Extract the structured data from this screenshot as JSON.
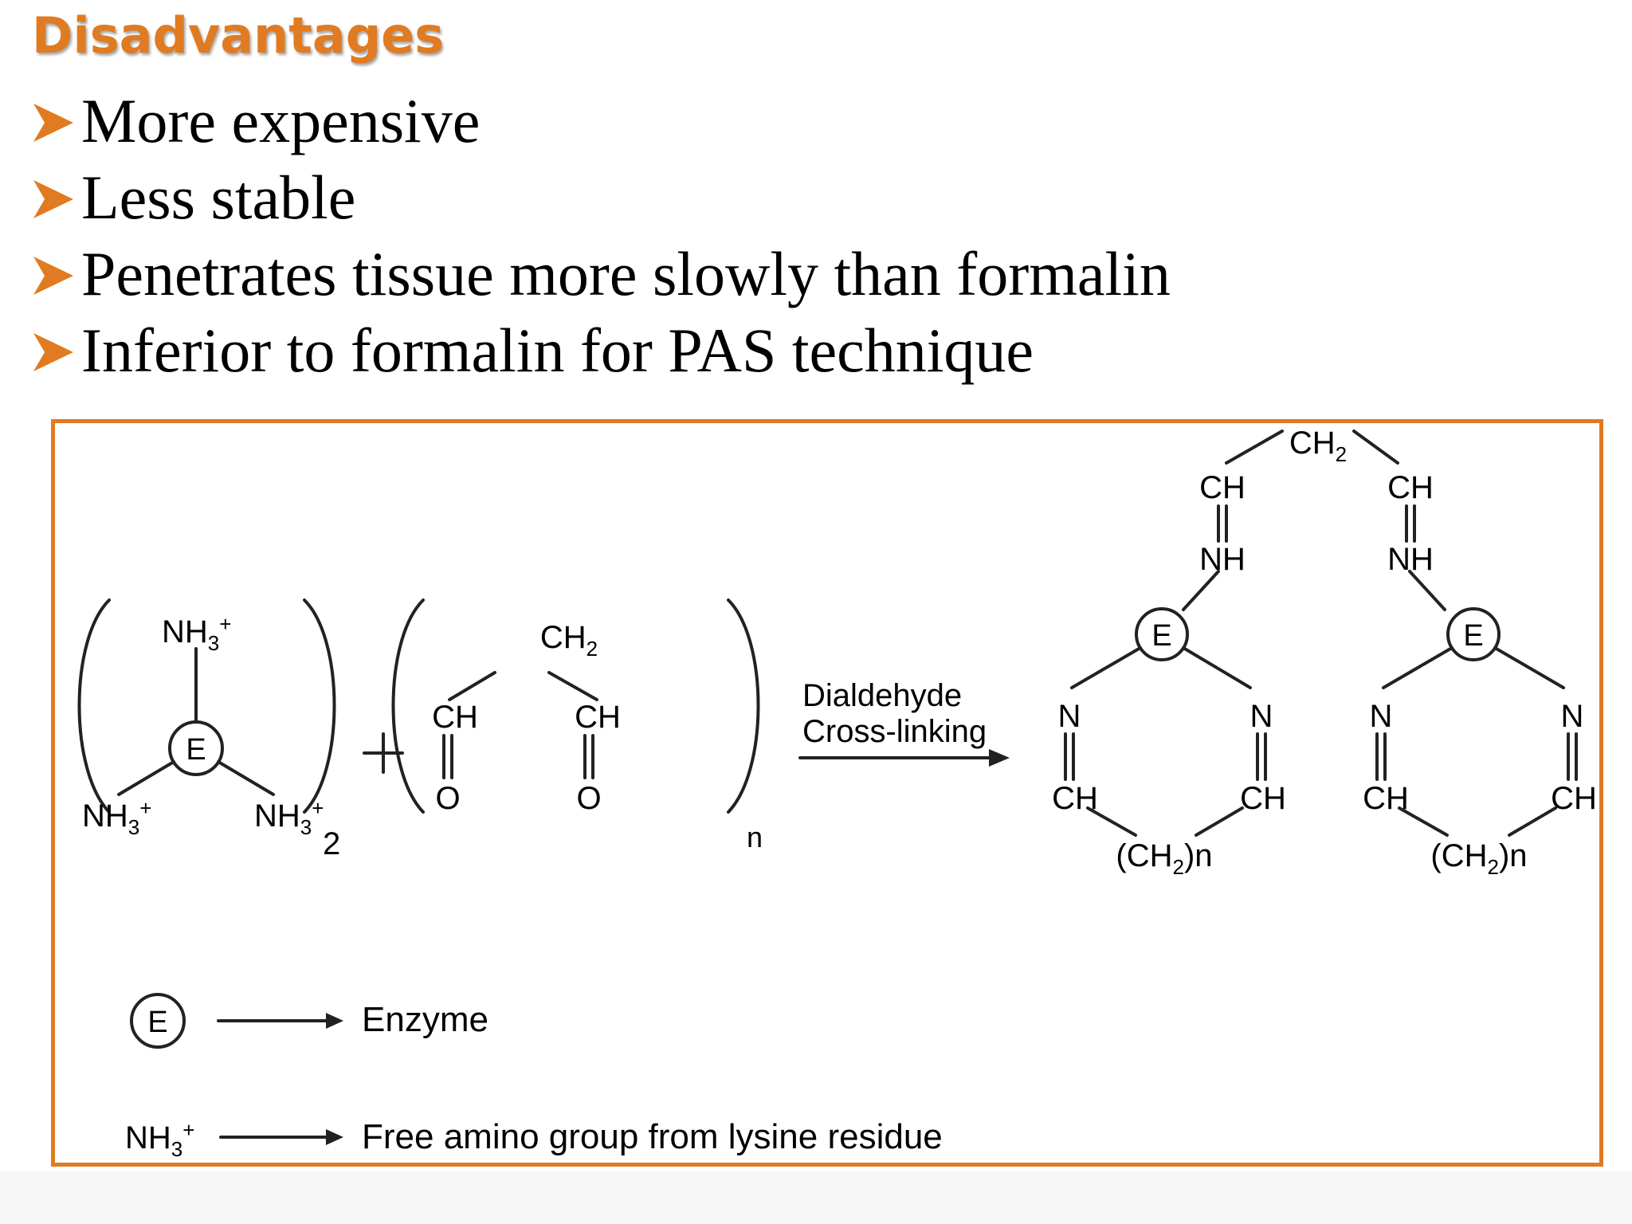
{
  "slide": {
    "heading": "Disadvantages",
    "bullets": [
      "More expensive",
      "Less stable",
      "Penetrates tissue more slowly than formalin",
      "Inferior to formalin for PAS technique"
    ],
    "bullet_icon": "arrow-bullet-icon",
    "accent_color": "#e07b21"
  },
  "diagram": {
    "nh3": "NH",
    "nh3_sub": "3",
    "nh3_sup": "+",
    "enzyme_symbol": "E",
    "subscript_2": "2",
    "plus_sign": "+",
    "ch": "CH",
    "ch2": "CH",
    "ch2_sub": "2",
    "oxygen": "O",
    "subscript_n": "n",
    "arrow_label_line1": "Dialdehyde",
    "arrow_label_line2": "Cross-linking",
    "nh": "NH",
    "nitrogen": "N",
    "ch2n_open": "(CH",
    "ch2n_sub": "2",
    "ch2n_close": ")n",
    "legend": {
      "enzyme_symbol": "E",
      "enzyme_label": "Enzyme",
      "amino_label": "Free amino group from lysine residue"
    }
  }
}
